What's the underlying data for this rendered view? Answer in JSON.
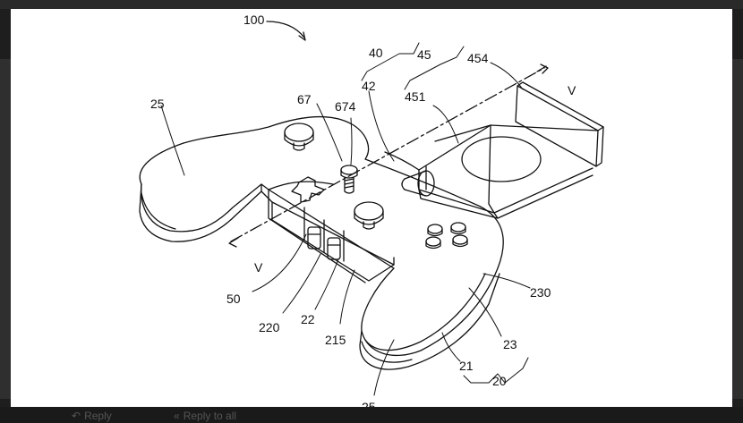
{
  "figure": {
    "labels": {
      "l100": "100",
      "l25a": "25",
      "l67": "67",
      "l674": "674",
      "l40": "40",
      "l45": "45",
      "l454": "454",
      "l42": "42",
      "l451": "451",
      "lVtop": "V",
      "lVbot": "V",
      "l50": "50",
      "l220": "220",
      "l22": "22",
      "l215": "215",
      "l25b": "25",
      "l230": "230",
      "l23": "23",
      "l21": "21",
      "l20": "20"
    }
  },
  "footer": {
    "reply_icon": "reply-icon",
    "reply": "Reply",
    "reply_all_icon": "reply-all-icon",
    "reply_all": "Reply to all"
  },
  "colors": {
    "frame": "#1e1e1e",
    "paper": "#ffffff",
    "ink": "#111111"
  }
}
